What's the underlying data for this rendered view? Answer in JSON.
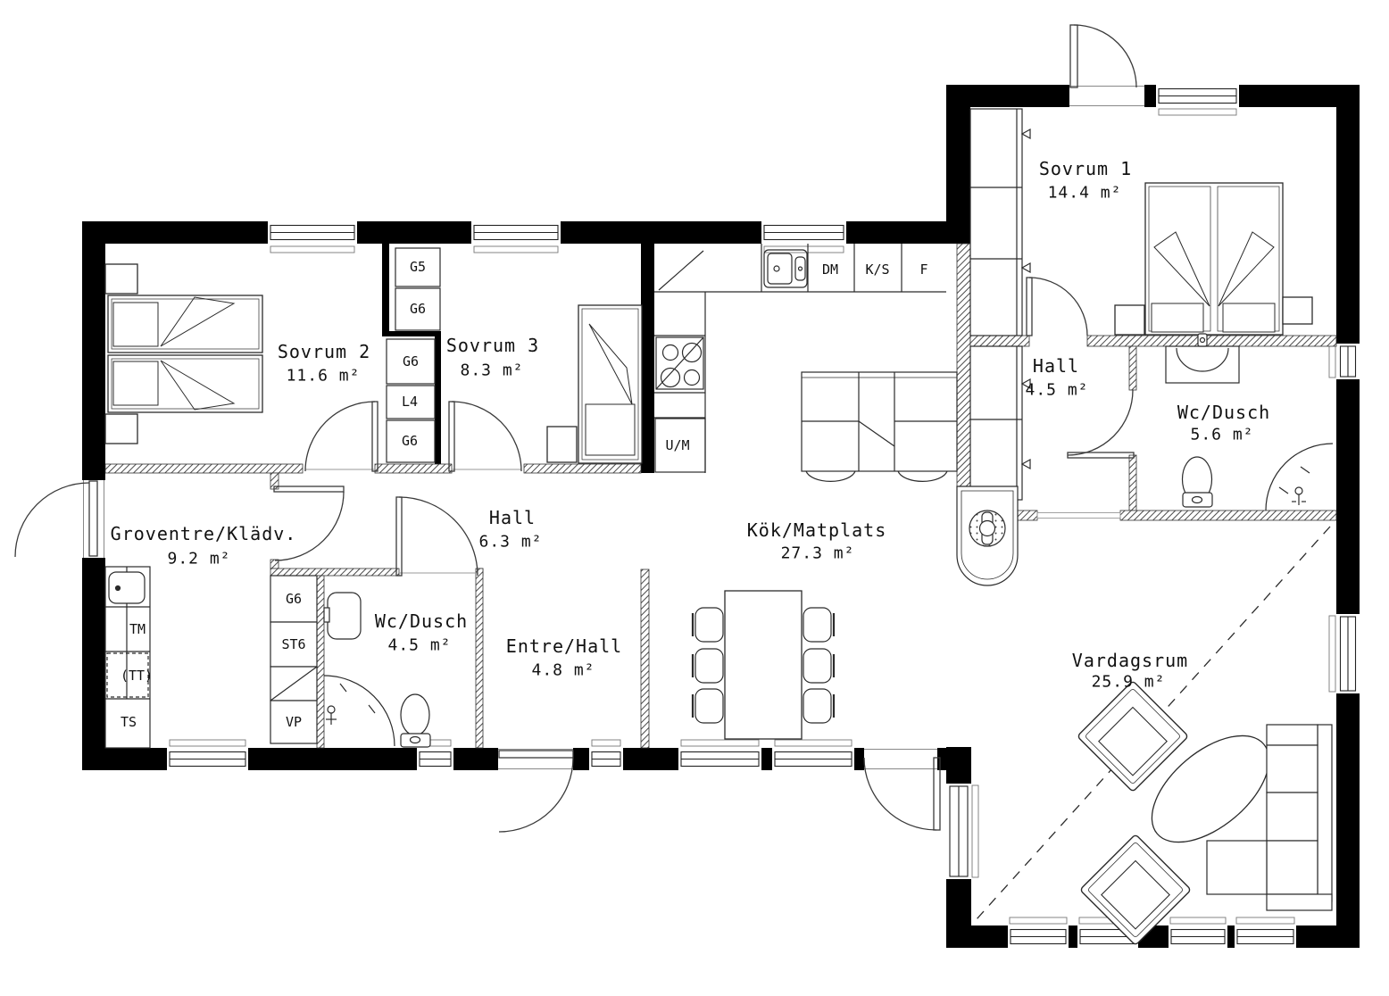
{
  "rooms": [
    {
      "name": "Sovrum 2",
      "area": "11.6 m²"
    },
    {
      "name": "Sovrum 3",
      "area": "8.3 m²"
    },
    {
      "name": "Sovrum 1",
      "area": "14.4 m²"
    },
    {
      "name": "Hall",
      "area": "4.5 m²"
    },
    {
      "name": "Wc/Dusch",
      "area": "5.6 m²"
    },
    {
      "name": "Groventre/Klädv.",
      "area": "9.2 m²"
    },
    {
      "name": "Hall",
      "area": "6.3 m²"
    },
    {
      "name": "Wc/Dusch",
      "area": "4.5 m²"
    },
    {
      "name": "Entre/Hall",
      "area": "4.8 m²"
    },
    {
      "name": "Kök/Matplats",
      "area": "27.3 m²"
    },
    {
      "name": "Vardagsrum",
      "area": "25.9 m²"
    }
  ],
  "fixtures": {
    "g5": "G5",
    "g6_top": "G6",
    "g6_mid": "G6",
    "l4": "L4",
    "g6_low": "G6",
    "dm": "DM",
    "ks": "K/S",
    "f": "F",
    "um": "U/M",
    "tm": "TM",
    "tt": "(TT)",
    "ts": "TS",
    "g6_hall": "G6",
    "st6": "ST6",
    "vp": "VP"
  },
  "colors": {
    "wall": "#000000",
    "line": "#2e2e2e",
    "hatch": "#4a4a4a",
    "background": "#ffffff"
  }
}
